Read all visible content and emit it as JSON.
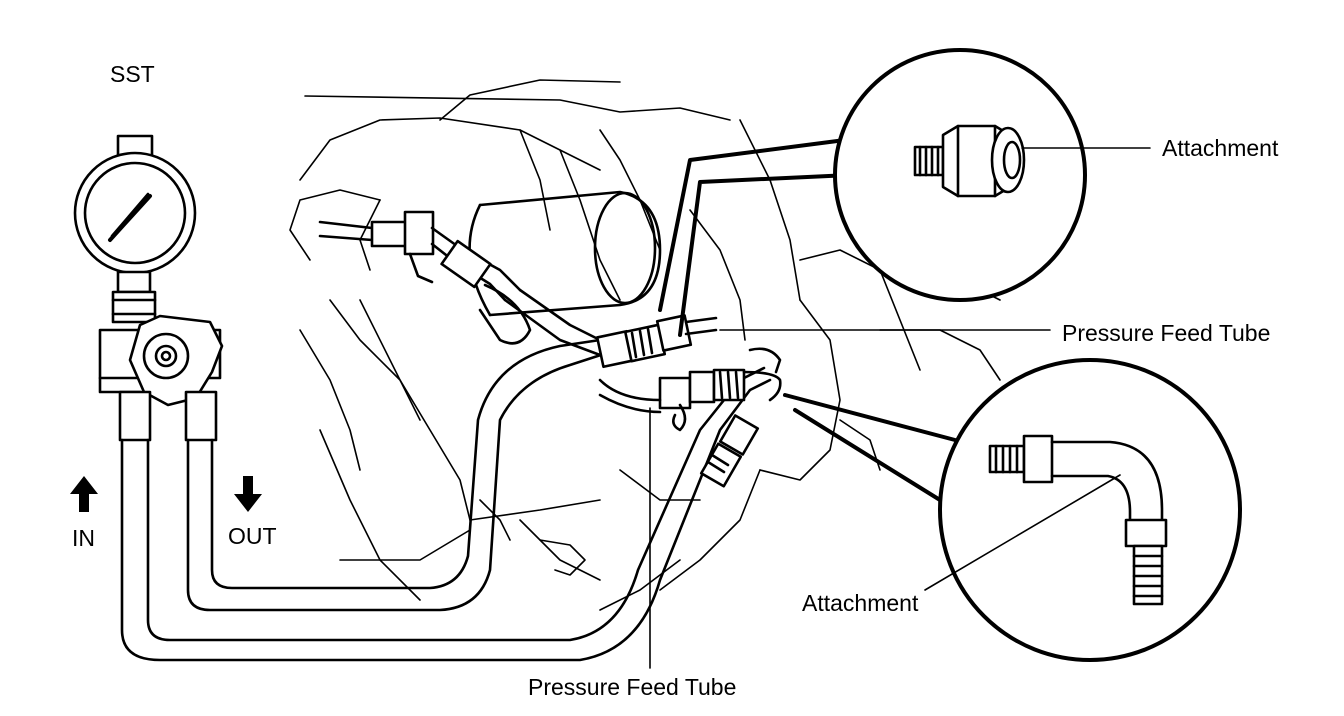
{
  "labels": {
    "sst": "SST",
    "in": "IN",
    "out": "OUT",
    "attachment_top": "Attachment",
    "pressure_feed_tube_right": "Pressure Feed Tube",
    "attachment_bottom": "Attachment",
    "pressure_feed_tube_bottom": "Pressure Feed Tube"
  },
  "colors": {
    "ink": "#000000",
    "paper": "#ffffff"
  }
}
